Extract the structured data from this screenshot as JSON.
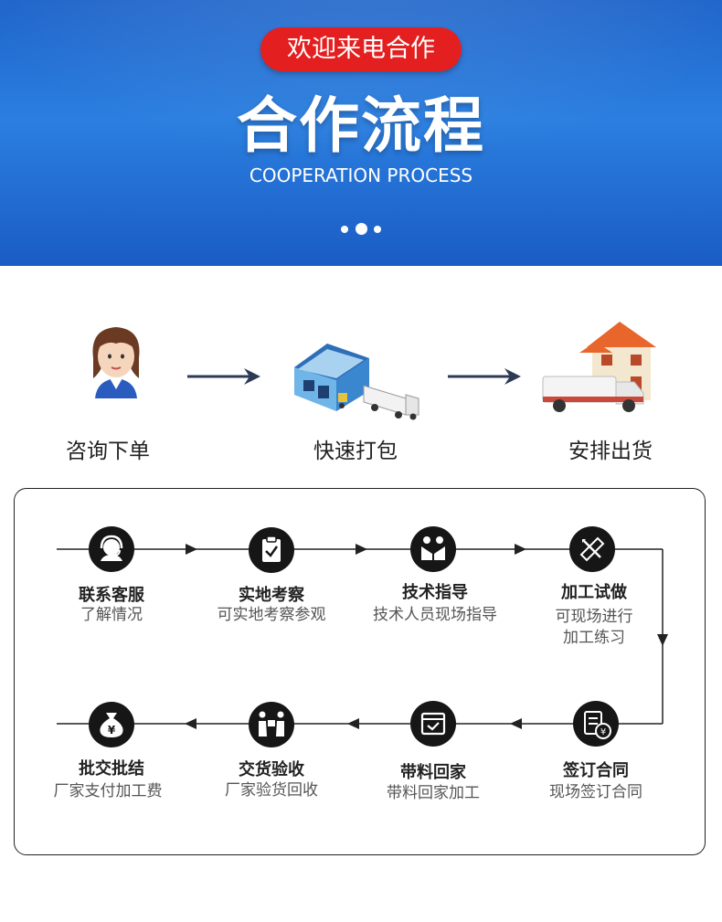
{
  "banner": {
    "pill_text": "欢迎来电合作",
    "title": "合作流程",
    "subtitle": "COOPERATION PROCESS"
  },
  "top_steps": [
    {
      "label": "咨询下单",
      "icon": "customer-service-woman"
    },
    {
      "label": "快速打包",
      "icon": "warehouse-truck"
    },
    {
      "label": "安排出货",
      "icon": "house-truck"
    }
  ],
  "process": [
    {
      "title": "联系客服",
      "desc": [
        "了解情况"
      ],
      "icon": "headset-icon"
    },
    {
      "title": "实地考察",
      "desc": [
        "可实地考察参观"
      ],
      "icon": "clipboard-check-icon"
    },
    {
      "title": "技术指导",
      "desc": [
        "技术人员现场指导"
      ],
      "icon": "people-icon"
    },
    {
      "title": "加工试做",
      "desc": [
        "可现场进行",
        "加工练习"
      ],
      "icon": "pencil-ruler-icon"
    },
    {
      "title": "签订合同",
      "desc": [
        "现场签订合同"
      ],
      "icon": "contract-yen-icon"
    },
    {
      "title": "带料回家",
      "desc": [
        "带料回家加工"
      ],
      "icon": "box-check-icon"
    },
    {
      "title": "交货验收",
      "desc": [
        "厂家验货回收"
      ],
      "icon": "handover-icon"
    },
    {
      "title": "批交批结",
      "desc": [
        "厂家支付加工费"
      ],
      "icon": "money-bag-yen-icon"
    }
  ],
  "colors": {
    "banner_blue": "#2b7fe0",
    "pill_red": "#e41f1f",
    "arrow_navy": "#2c3a55",
    "icon_dark": "#161616"
  }
}
